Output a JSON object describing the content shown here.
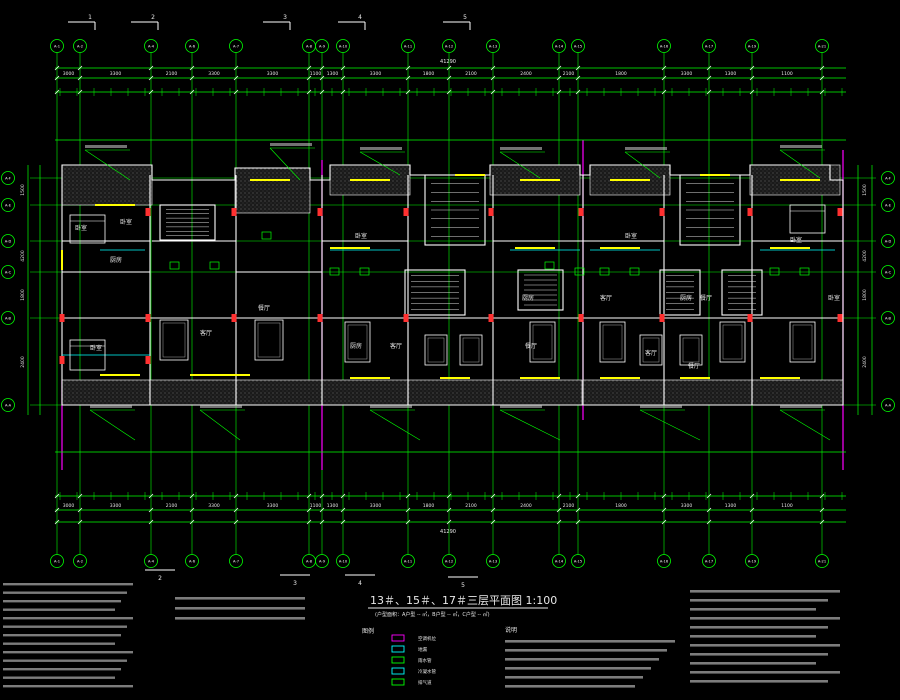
{
  "drawing": {
    "title": "13＃、15＃、17＃三层平面图 1:100",
    "subtitle": "(户型面积：A户型 -- ㎡，B户型 -- ㎡，C户型 -- ㎡)",
    "overall_dim": "41290",
    "section_marks": [
      "1",
      "2",
      "3",
      "4",
      "5"
    ]
  },
  "axes": {
    "top": [
      "A-1",
      "A-2",
      "A-4",
      "A-6",
      "A-7",
      "A-8",
      "A-9",
      "A-10",
      "A-11",
      "A-12",
      "A-13",
      "A-14",
      "A-15",
      "A-16",
      "A-17",
      "A-19",
      "A-21"
    ],
    "left": [
      "A-F",
      "A-E",
      "A-D",
      "A-C",
      "A-B",
      "A-A"
    ],
    "right": [
      "A-F",
      "A-E",
      "A-D",
      "A-C",
      "A-B",
      "A-A"
    ]
  },
  "dims": {
    "top_row": [
      "3000",
      "3300",
      "2100",
      "3300",
      "3300",
      "1100",
      "1300",
      "3300",
      "1800",
      "2100",
      "2400",
      "2100",
      "1800",
      "3300",
      "1300",
      "1100",
      "3300"
    ],
    "left": [
      "1500",
      "4200",
      "1800",
      "2400"
    ],
    "right": [
      "1500",
      "4200",
      "1800",
      "2400"
    ]
  },
  "rooms": {
    "labels": [
      "卧室",
      "卧室",
      "厨房",
      "客厅",
      "餐厅",
      "卧室",
      "卧室",
      "厨房",
      "客厅",
      "餐厅",
      "厨房",
      "客厅",
      "卧室",
      "厨房",
      "客厅",
      "餐厅",
      "餐厅",
      "卧室",
      "卧室"
    ]
  },
  "legend": {
    "header": "图例",
    "items": [
      "空调机位",
      "地漏",
      "雨水管",
      "冷凝水管",
      "排气道"
    ]
  },
  "notes": {
    "header": "说明"
  },
  "colors": {
    "grid": "#00ff00",
    "wall": "#ffffff",
    "axis": "#ff00ff",
    "door": "#ffff00",
    "text": "#e8e8e8",
    "detail": "#00ffff",
    "column": "#ff3030"
  }
}
